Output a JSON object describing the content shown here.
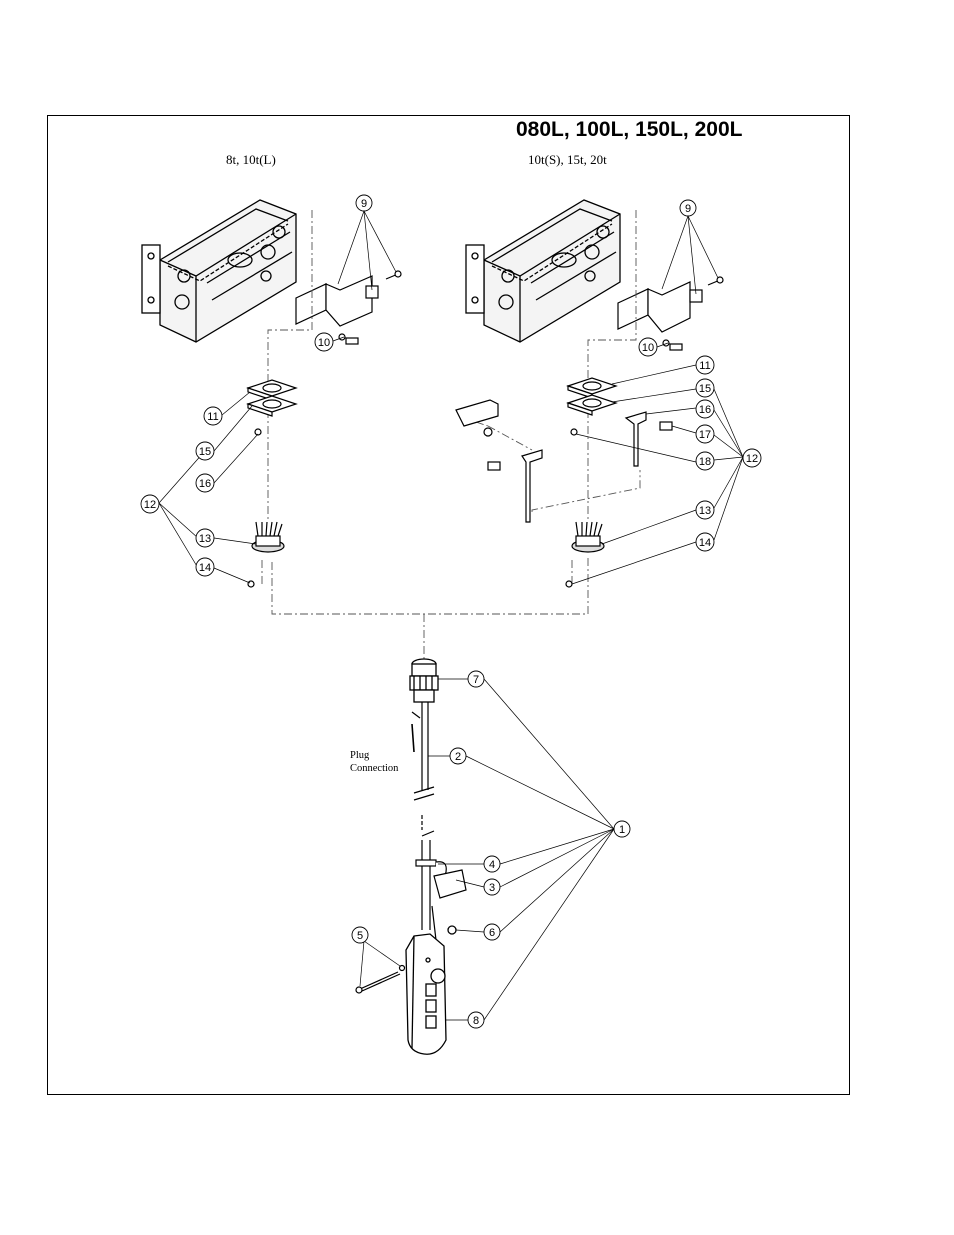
{
  "title": "080L, 100L, 150L, 200L",
  "variants": {
    "left": "8t, 10t(L)",
    "right": "10t(S), 15t, 20t"
  },
  "cable_label": [
    "Plug",
    "Connection"
  ],
  "callouts": {
    "c1": "1",
    "c2": "2",
    "c3": "3",
    "c4": "4",
    "c5": "5",
    "c6": "6",
    "c7": "7",
    "c8": "8",
    "c9": "9",
    "c10": "10",
    "c11": "11",
    "c12": "12",
    "c13": "13",
    "c14": "14",
    "c15": "15",
    "c16": "16",
    "c17": "17",
    "c18": "18"
  }
}
